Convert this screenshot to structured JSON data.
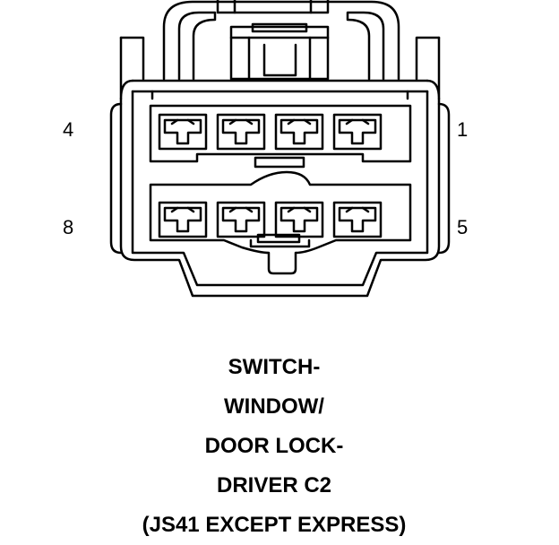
{
  "connector": {
    "pin_labels": {
      "top_left": "4",
      "top_right": "1",
      "bottom_left": "8",
      "bottom_right": "5"
    },
    "rows": [
      {
        "cavities": 4
      },
      {
        "cavities": 4
      }
    ]
  },
  "caption": {
    "lines": [
      "SWITCH-",
      "WINDOW/",
      "DOOR LOCK-",
      "DRIVER C2",
      "(JS41 EXCEPT EXPRESS)"
    ]
  },
  "colors": {
    "ink": "#000000",
    "background": "#ffffff"
  }
}
